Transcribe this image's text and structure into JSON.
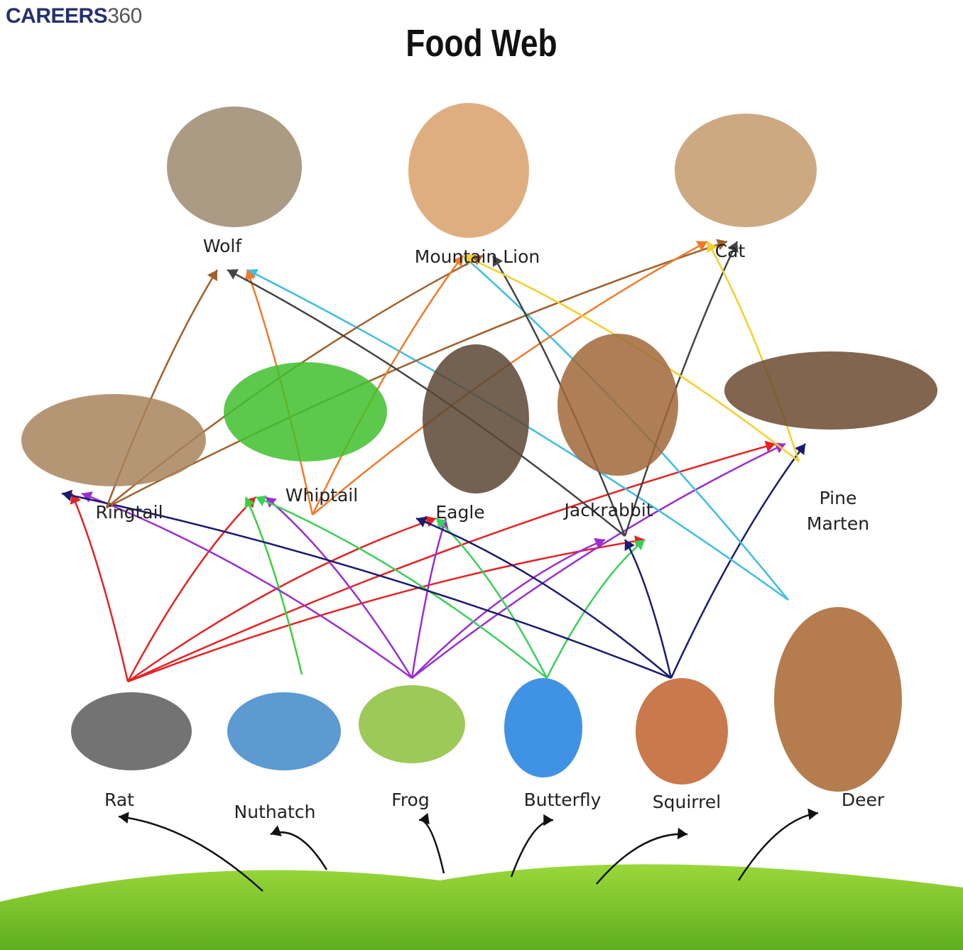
{
  "logo": {
    "brand": "CAREERS",
    "number": "360"
  },
  "title": "Food Web",
  "nodes": [
    {
      "id": "wolf",
      "label": "Wolf",
      "color": "#9c8a70"
    },
    {
      "id": "lion",
      "label": "Mountain Lion",
      "color": "#d9a06a"
    },
    {
      "id": "cat",
      "label": "Cat",
      "color": "#c49a6c"
    },
    {
      "id": "ringtail",
      "label": "Ringtail",
      "color": "#a8845c"
    },
    {
      "id": "whiptail",
      "label": "Whiptail",
      "color": "#3fbf2e"
    },
    {
      "id": "eagle",
      "label": "Eagle",
      "color": "#5b4532"
    },
    {
      "id": "jackrabbit",
      "label": "Jackrabbit",
      "color": "#a0673a"
    },
    {
      "id": "marten",
      "label": "Pine Marten",
      "color": "#6b4a30"
    },
    {
      "id": "rat",
      "label": "Rat",
      "color": "#5a5a5a"
    },
    {
      "id": "nuthatch",
      "label": "Nuthatch",
      "color": "#3f88c9"
    },
    {
      "id": "frog",
      "label": "Frog",
      "color": "#8bbf3a"
    },
    {
      "id": "butterfly",
      "label": "Butterfly",
      "color": "#1e7fe0"
    },
    {
      "id": "squirrel",
      "label": "Squirrel",
      "color": "#c0612b"
    },
    {
      "id": "deer",
      "label": "Deer",
      "color": "#a8652e"
    },
    {
      "id": "grass",
      "label": "",
      "color": "#7cc72e"
    }
  ],
  "edges": [
    {
      "from": "grass",
      "to": "rat",
      "color": "#111111"
    },
    {
      "from": "grass",
      "to": "nuthatch",
      "color": "#111111"
    },
    {
      "from": "grass",
      "to": "frog",
      "color": "#111111"
    },
    {
      "from": "grass",
      "to": "butterfly",
      "color": "#111111"
    },
    {
      "from": "grass",
      "to": "squirrel",
      "color": "#111111"
    },
    {
      "from": "grass",
      "to": "deer",
      "color": "#111111"
    },
    {
      "from": "rat",
      "to": "ringtail",
      "color": "#e52222"
    },
    {
      "from": "rat",
      "to": "whiptail",
      "color": "#e52222"
    },
    {
      "from": "rat",
      "to": "eagle",
      "color": "#e52222"
    },
    {
      "from": "rat",
      "to": "jackrabbit",
      "color": "#e52222"
    },
    {
      "from": "rat",
      "to": "marten",
      "color": "#e52222"
    },
    {
      "from": "nuthatch",
      "to": "whiptail",
      "color": "#3ccf3c"
    },
    {
      "from": "frog",
      "to": "ringtail",
      "color": "#9a2ecf"
    },
    {
      "from": "frog",
      "to": "whiptail",
      "color": "#9a2ecf"
    },
    {
      "from": "frog",
      "to": "eagle",
      "color": "#9a2ecf"
    },
    {
      "from": "frog",
      "to": "jackrabbit",
      "color": "#9a2ecf"
    },
    {
      "from": "frog",
      "to": "marten",
      "color": "#9a2ecf"
    },
    {
      "from": "butterfly",
      "to": "whiptail",
      "color": "#3ccf5a"
    },
    {
      "from": "butterfly",
      "to": "eagle",
      "color": "#3ccf5a"
    },
    {
      "from": "butterfly",
      "to": "jackrabbit",
      "color": "#3ccf5a"
    },
    {
      "from": "squirrel",
      "to": "ringtail",
      "color": "#1b1b6e"
    },
    {
      "from": "squirrel",
      "to": "eagle",
      "color": "#1b1b6e"
    },
    {
      "from": "squirrel",
      "to": "jackrabbit",
      "color": "#1b1b6e"
    },
    {
      "from": "squirrel",
      "to": "marten",
      "color": "#1b1b6e"
    },
    {
      "from": "deer",
      "to": "wolf",
      "color": "#3cbde6"
    },
    {
      "from": "deer",
      "to": "lion",
      "color": "#3cbde6"
    },
    {
      "from": "ringtail",
      "to": "wolf",
      "color": "#a0602a"
    },
    {
      "from": "ringtail",
      "to": "lion",
      "color": "#a0602a"
    },
    {
      "from": "ringtail",
      "to": "cat",
      "color": "#a0602a"
    },
    {
      "from": "whiptail",
      "to": "wolf",
      "color": "#f07a2a"
    },
    {
      "from": "whiptail",
      "to": "lion",
      "color": "#f07a2a"
    },
    {
      "from": "whiptail",
      "to": "cat",
      "color": "#f07a2a"
    },
    {
      "from": "jackrabbit",
      "to": "wolf",
      "color": "#444444"
    },
    {
      "from": "jackrabbit",
      "to": "lion",
      "color": "#444444"
    },
    {
      "from": "jackrabbit",
      "to": "cat",
      "color": "#444444"
    },
    {
      "from": "marten",
      "to": "lion",
      "color": "#f5cf2a"
    },
    {
      "from": "marten",
      "to": "cat",
      "color": "#f5cf2a"
    }
  ]
}
